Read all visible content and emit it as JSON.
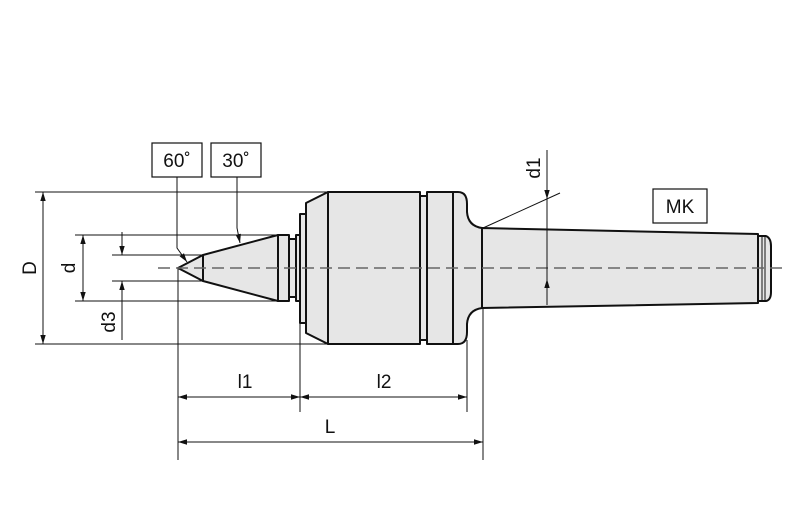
{
  "title": "Live center technical drawing",
  "labels": {
    "angle_point": "60˚",
    "angle_cone": "30˚",
    "D": "D",
    "d": "d",
    "d3": "d3",
    "l1": "l1",
    "l2": "l2",
    "L": "L",
    "d1": "d1",
    "MK": "MK"
  },
  "colors": {
    "part_fill": "#e6e6e6",
    "line": "#111111",
    "centerline": "#666666"
  }
}
